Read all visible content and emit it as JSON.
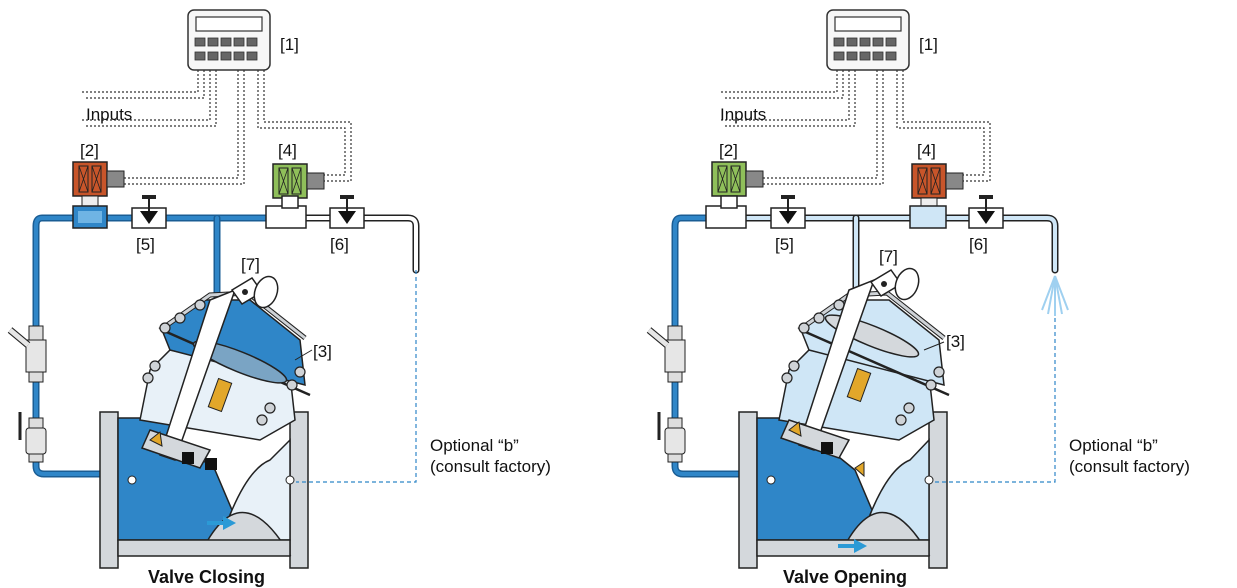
{
  "colors": {
    "pressurized": "#2f86c8",
    "light_water": "#cfe6f6",
    "pipe_dark": "#1a5d94",
    "body_grey": "#d4d8dc",
    "solenoid_energized": "#c8552a",
    "solenoid_deenergized": "#8fbf5a",
    "yellow_seat": "#e2a72a",
    "flow_arrow": "#2b9ad6"
  },
  "panels": [
    {
      "title": "Valve Closing",
      "inputs_label": "Inputs",
      "controller_label": "[1]",
      "solenoid_a_label": "[2]",
      "solenoid_b_label": "[4]",
      "valve_label": "[3]",
      "needle_a_label": "[5]",
      "needle_b_label": "[6]",
      "indicator_label": "[7]",
      "optional_line1": "Optional “b”",
      "optional_line2": "(consult factory)",
      "solenoid_a_state": "energized",
      "solenoid_b_state": "de-energized",
      "icon": "flow-arrow-icon"
    },
    {
      "title": "Valve Opening",
      "inputs_label": "Inputs",
      "controller_label": "[1]",
      "solenoid_a_label": "[2]",
      "solenoid_b_label": "[4]",
      "valve_label": "[3]",
      "needle_a_label": "[5]",
      "needle_b_label": "[6]",
      "indicator_label": "[7]",
      "optional_line1": "Optional “b”",
      "optional_line2": "(consult factory)",
      "solenoid_a_state": "de-energized",
      "solenoid_b_state": "energized",
      "icon": "flow-arrow-icon"
    }
  ]
}
